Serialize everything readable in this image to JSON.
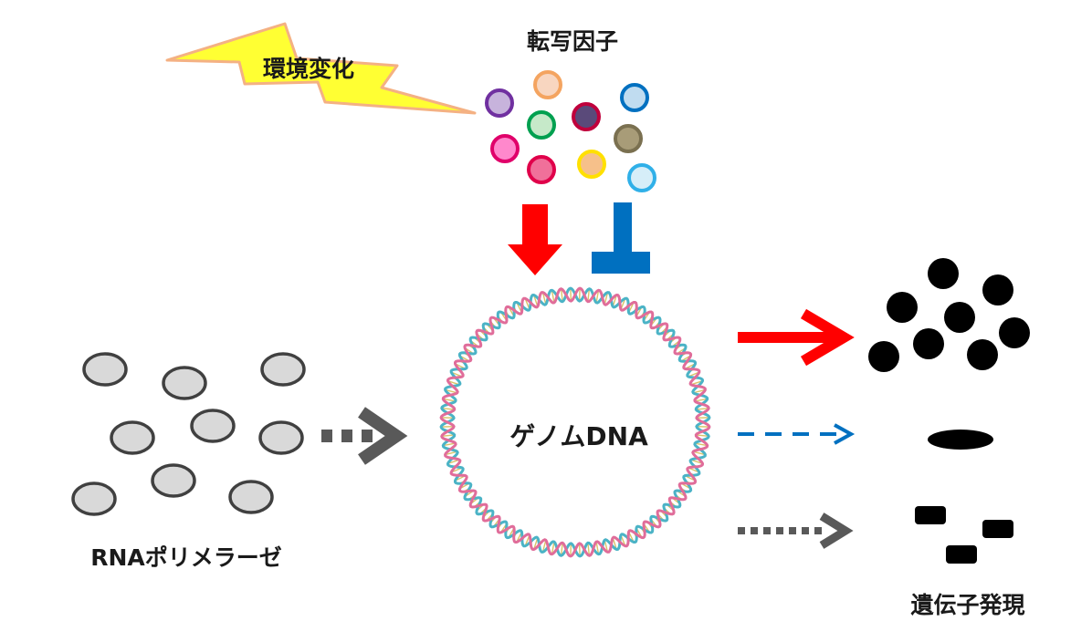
{
  "labels": {
    "environment": "環境変化",
    "transcription_factors": "転写因子",
    "genome": "ゲノムDNA",
    "polymerase": "RNAポリメラーゼ",
    "expression": "遺伝子発現"
  },
  "colors": {
    "lightning_fill": "#ffff33",
    "lightning_stroke": "#f4b183",
    "activation_arrow": "#ff0000",
    "repression_bar": "#0070c0",
    "polymerase_fill": "#d9d9d9",
    "polymerase_stroke": "#404040",
    "gray_arrow": "#595959",
    "blue_dashed_arrow": "#0070c0",
    "product": "#000000",
    "dna_strand_a": "#e06d9a",
    "dna_strand_b": "#4bb3c6",
    "dna_rung": "#d9c46a"
  },
  "transcription_factor_colors": [
    {
      "fill": "#f8d6c0",
      "stroke": "#f4a460"
    },
    {
      "fill": "#c7b3dc",
      "stroke": "#7030a0"
    },
    {
      "fill": "#c6e9c9",
      "stroke": "#00a050"
    },
    {
      "fill": "#5a4a7a",
      "stroke": "#c0003c"
    },
    {
      "fill": "#c0dcf0",
      "stroke": "#0070c0"
    },
    {
      "fill": "#ff88cc",
      "stroke": "#e0006a"
    },
    {
      "fill": "#a89c78",
      "stroke": "#7a7050"
    },
    {
      "fill": "#f0709a",
      "stroke": "#e0004a"
    },
    {
      "fill": "#f6c08a",
      "stroke": "#ffe000"
    },
    {
      "fill": "#d6eef8",
      "stroke": "#30b0e8"
    }
  ],
  "outputs": [
    {
      "level": "high",
      "arrow_style": "solid-red"
    },
    {
      "level": "low",
      "arrow_style": "dashed-blue"
    },
    {
      "level": "basal",
      "arrow_style": "dotted-gray"
    }
  ]
}
